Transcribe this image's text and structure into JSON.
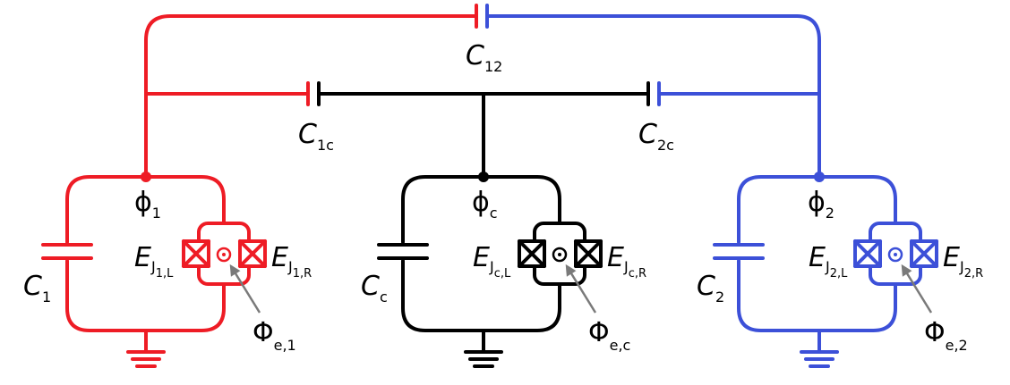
{
  "colors": {
    "qubit1": "#ee1c25",
    "qubit2": "#3c50d8",
    "coupler": "#000000",
    "flux_arrow": "#7a7a7a"
  },
  "labels": {
    "c12": {
      "main": "C",
      "sub": "12"
    },
    "c1c": {
      "main": "C",
      "sub": "1c"
    },
    "c2c": {
      "main": "C",
      "sub": "2c"
    },
    "c1": {
      "main": "C",
      "sub": "1"
    },
    "cc": {
      "main": "C",
      "sub": "c"
    },
    "c2": {
      "main": "C",
      "sub": "2"
    },
    "phi1": {
      "main": "ϕ",
      "sub": "1"
    },
    "phic": {
      "main": "ϕ",
      "sub": "c"
    },
    "phi2": {
      "main": "ϕ",
      "sub": "2"
    },
    "ej1l": {
      "main": "E",
      "sub": "J",
      "sub2": "1,L"
    },
    "ej1r": {
      "main": "E",
      "sub": "J",
      "sub2": "1,R"
    },
    "ejcl": {
      "main": "E",
      "sub": "J",
      "sub2": "c,L"
    },
    "ejcr": {
      "main": "E",
      "sub": "J",
      "sub2": "c,R"
    },
    "ej2l": {
      "main": "E",
      "sub": "J",
      "sub2": "2,L"
    },
    "ej2r": {
      "main": "E",
      "sub": "J",
      "sub2": "2,R"
    },
    "flux1": {
      "main": "Φ",
      "sub": "e,1"
    },
    "fluxc": {
      "main": "Φ",
      "sub": "e,c"
    },
    "flux2": {
      "main": "Φ",
      "sub": "e,2"
    }
  }
}
